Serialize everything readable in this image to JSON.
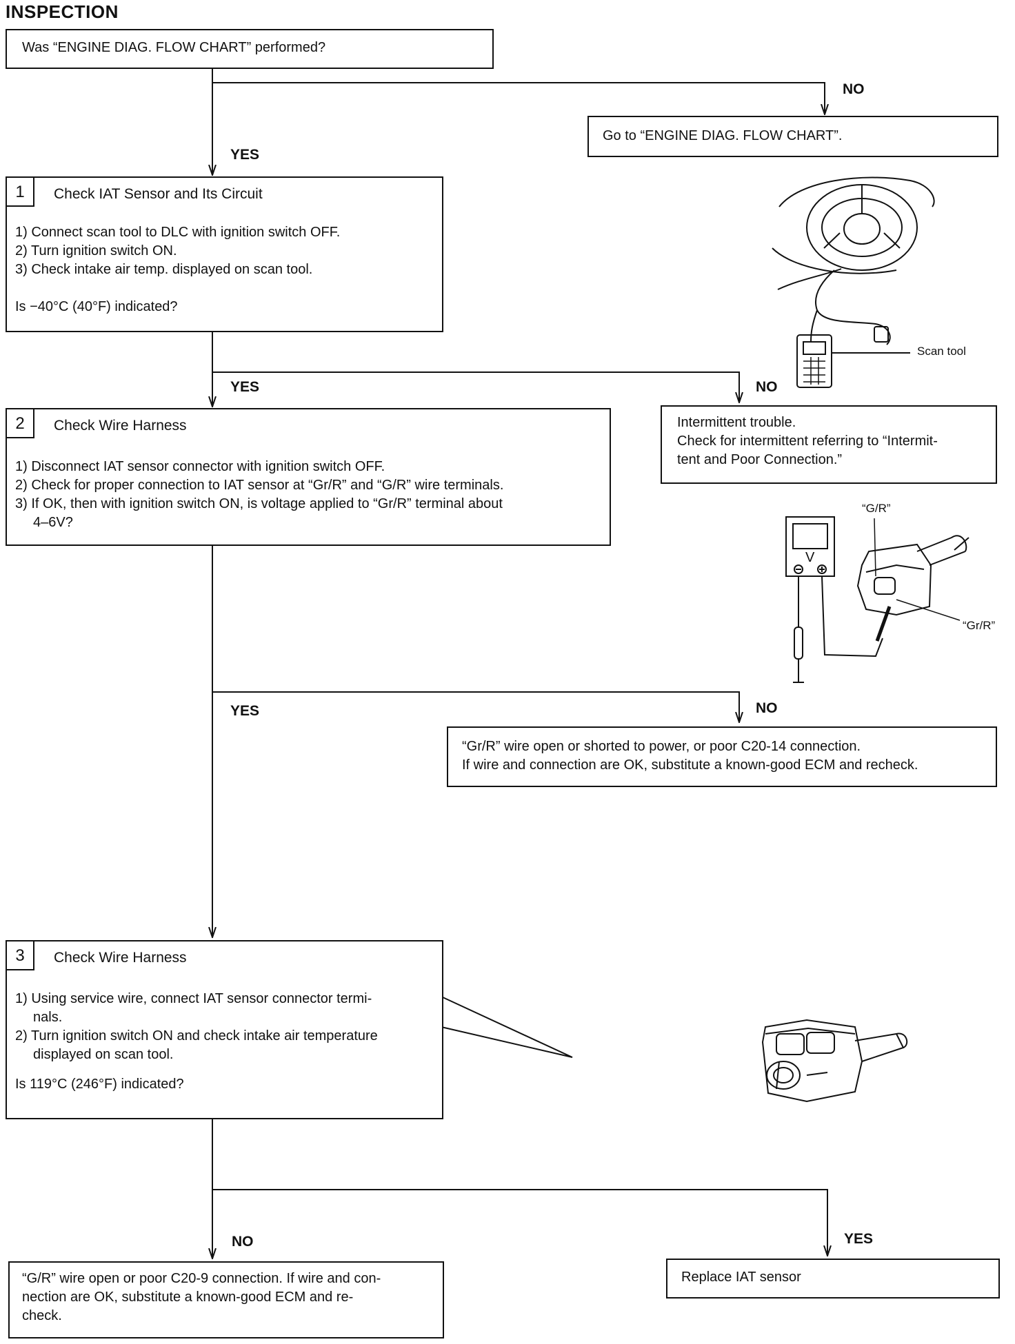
{
  "title": "INSPECTION",
  "start": {
    "question": "Was “ENGINE DIAG. FLOW CHART” performed?"
  },
  "start_no": {
    "label": "NO",
    "text": "Go to “ENGINE DIAG. FLOW CHART”."
  },
  "start_yes_label": "YES",
  "step1": {
    "number": "1",
    "title": "Check IAT Sensor and Its Circuit",
    "items": [
      "1) Connect scan tool to DLC with ignition switch OFF.",
      "2) Turn ignition switch ON.",
      "3) Check intake air temp. displayed on scan tool."
    ],
    "question": "Is −40°C (40°F) indicated?",
    "yes_label": "YES",
    "no_label": "NO",
    "no_result": [
      "Intermittent trouble.",
      "Check for intermittent referring to “Intermit-",
      "tent and Poor Connection.”"
    ],
    "figure_caption": "Scan tool"
  },
  "step2": {
    "number": "2",
    "title": "Check Wire Harness",
    "items": [
      "1) Disconnect IAT sensor connector with ignition switch OFF.",
      "2) Check for proper connection to IAT sensor at “Gr/R” and “G/R” wire terminals.",
      "3) If OK, then with ignition switch ON, is voltage applied to “Gr/R” terminal about",
      "4–6V?"
    ],
    "figure_labels": {
      "g_r": "“G/R”",
      "gr_r": "“Gr/R”",
      "meter": "V"
    },
    "yes_label": "YES",
    "no_label": "NO",
    "no_result": [
      "“Gr/R” wire open or shorted to power, or poor C20-14 connection.",
      "If wire and connection are OK, substitute a known-good ECM and recheck."
    ]
  },
  "step3": {
    "number": "3",
    "title": "Check Wire Harness",
    "items": [
      "1) Using service wire, connect IAT sensor connector termi-",
      "nals.",
      "2) Turn ignition switch ON and check intake air temperature",
      "displayed on scan tool."
    ],
    "question": "Is 119°C (246°F) indicated?",
    "no_label": "NO",
    "yes_label": "YES",
    "no_result": [
      "“G/R” wire open or poor C20-9 connection. If wire and con-",
      "nection are OK, substitute a known-good ECM and re-",
      "check."
    ],
    "yes_result": "Replace IAT sensor"
  }
}
